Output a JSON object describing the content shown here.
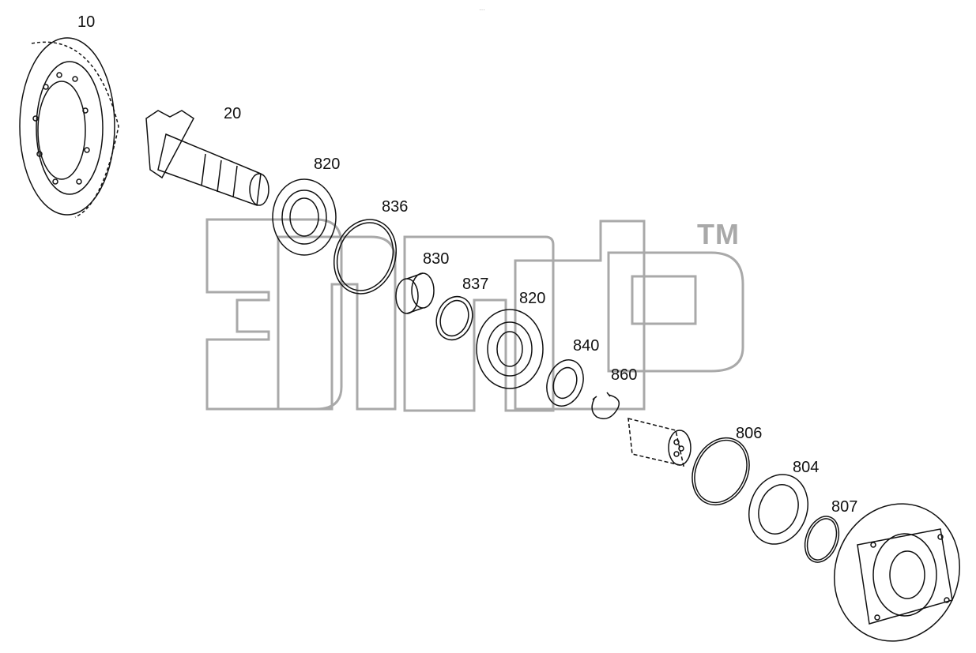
{
  "watermark": {
    "tm": "TM"
  },
  "header_mark": "…",
  "labels": {
    "p10": "10",
    "p20": "20",
    "p820a": "820",
    "p836": "836",
    "p830": "830",
    "p837": "837",
    "p820b": "820",
    "p840": "840",
    "p860": "860",
    "p806": "806",
    "p804": "804",
    "p807": "807"
  },
  "icons": [
    "ring-gear-icon",
    "pinion-shaft-icon",
    "bearing-icon",
    "o-ring-icon",
    "sleeve-icon",
    "spacer-ring-icon",
    "nut-icon",
    "circlip-icon",
    "roller-sleeve-icon",
    "seal-ring-icon",
    "cover-flange-icon"
  ],
  "colors": {
    "line": "#111111",
    "watermark": "#a9a9a9"
  }
}
